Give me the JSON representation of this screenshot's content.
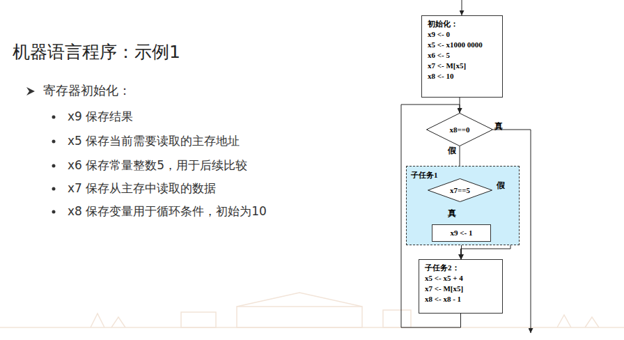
{
  "diagram": {
    "title": "机器语言程序：示例1",
    "nodes": [
      {
        "text": [
          "初始化：",
          "x9 <- 0",
          "x5 <- x1000 0000",
          "x6 <- 5",
          "x7 <- M[x5]",
          "x8 <- 10"
        ]
      },
      {
        "text": [
          "x8==0"
        ]
      },
      {
        "text": [
          "子任务1"
        ]
      },
      {
        "text": [
          "x7==5"
        ],
        "in": 2
      },
      {
        "text": [
          "x9 <- 1"
        ],
        "in": 2
      },
      {
        "text": [
          "子任务2：",
          "x5 <- x5 + 4",
          "x7 <- M[x5]",
          "x8 <- x8 - 1"
        ]
      }
    ],
    "edges": [
      {
        "from": 0,
        "to": 1,
        "arrow": "to"
      },
      {
        "from": 1,
        "to": 3,
        "label": "假",
        "arrow": "to"
      },
      {
        "from": 3,
        "to": 4,
        "label": "真",
        "arrow": "to"
      },
      {
        "from": 3,
        "to": 5,
        "label": "假",
        "arrow": "to"
      },
      {
        "from": 4,
        "to": 5,
        "arrow": "to"
      },
      {
        "from": 5,
        "to": 1,
        "arrow": "to"
      }
    ],
    "labels": [
      "寄存器初始化：",
      "x9 保存结果",
      "x5 保存当前需要读取的主存地址",
      "x6 保存常量整数5，用于后续比较",
      "x7 保存从主存中读取的数据",
      "x8 保存变量用于循环条件，初始为10",
      "真"
    ]
  }
}
